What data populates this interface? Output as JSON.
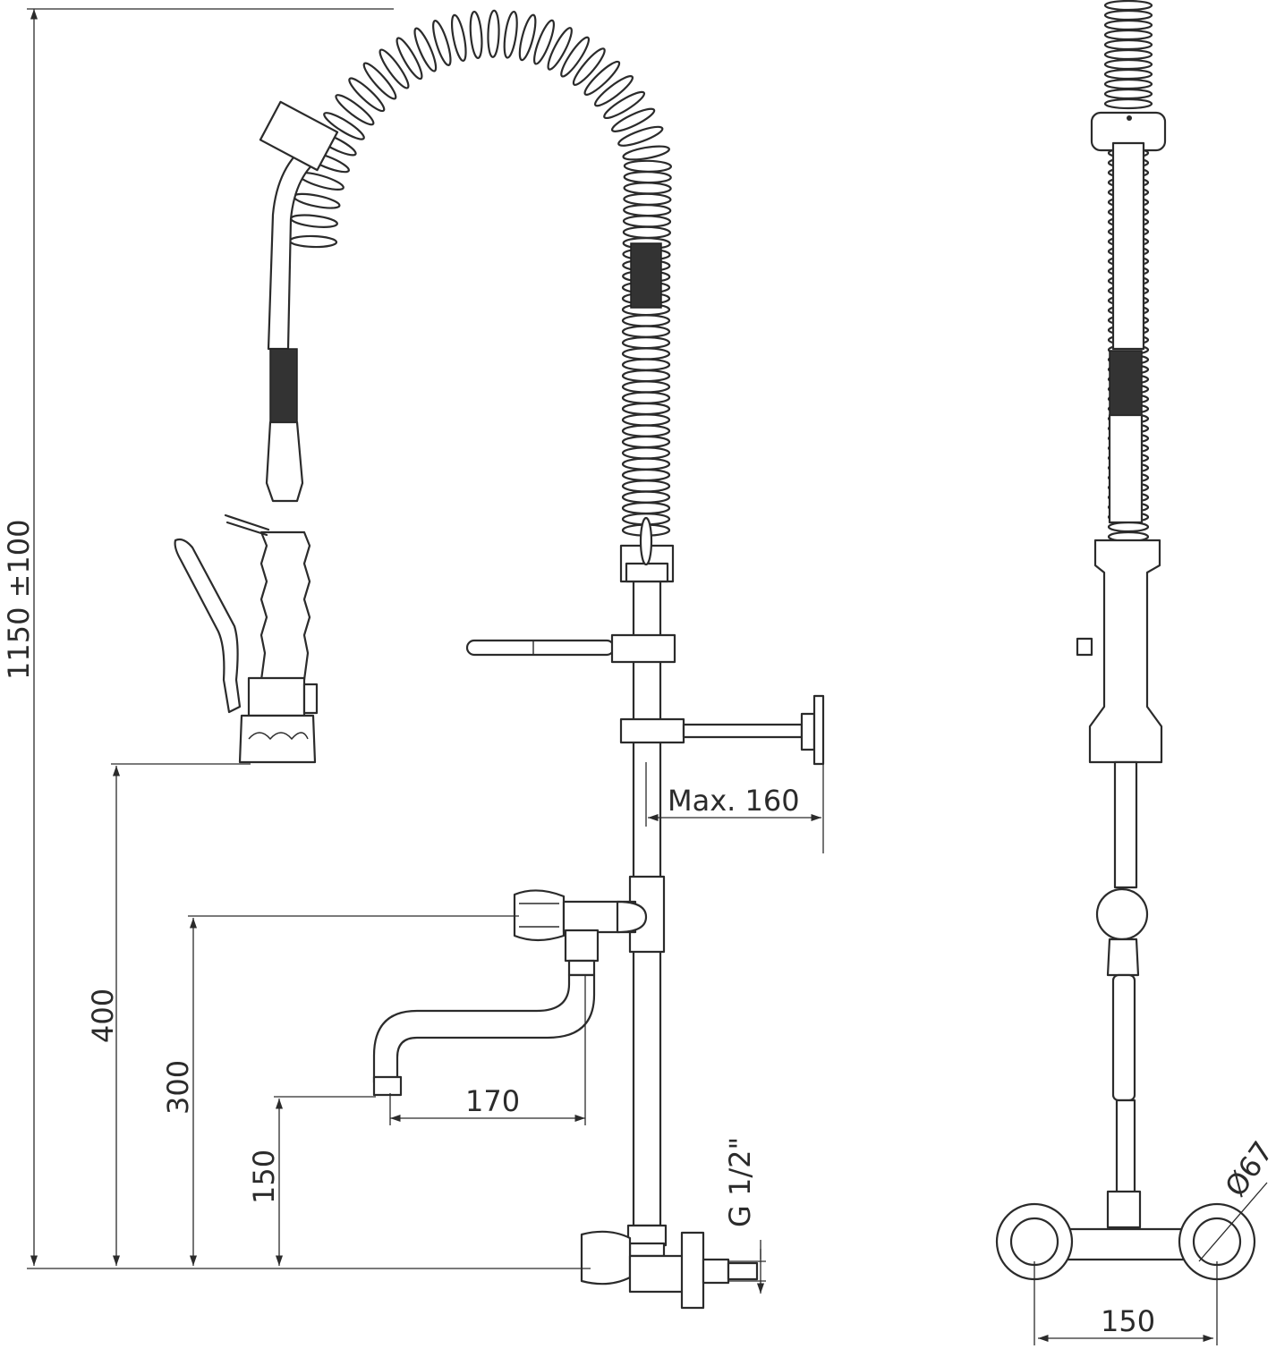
{
  "dimensions": {
    "total_height": "1150 ±100",
    "spray_valve_height": "400",
    "mixer_height": "300",
    "spout_height": "150",
    "spout_reach": "170",
    "bracket_max": "Max. 160",
    "connection_thread": "G 1/2\"",
    "flange_diameter": "Ø67",
    "center_distance": "150"
  },
  "colors": {
    "line": "#2b2b2b",
    "background": "#ffffff",
    "grip": "#333333"
  }
}
